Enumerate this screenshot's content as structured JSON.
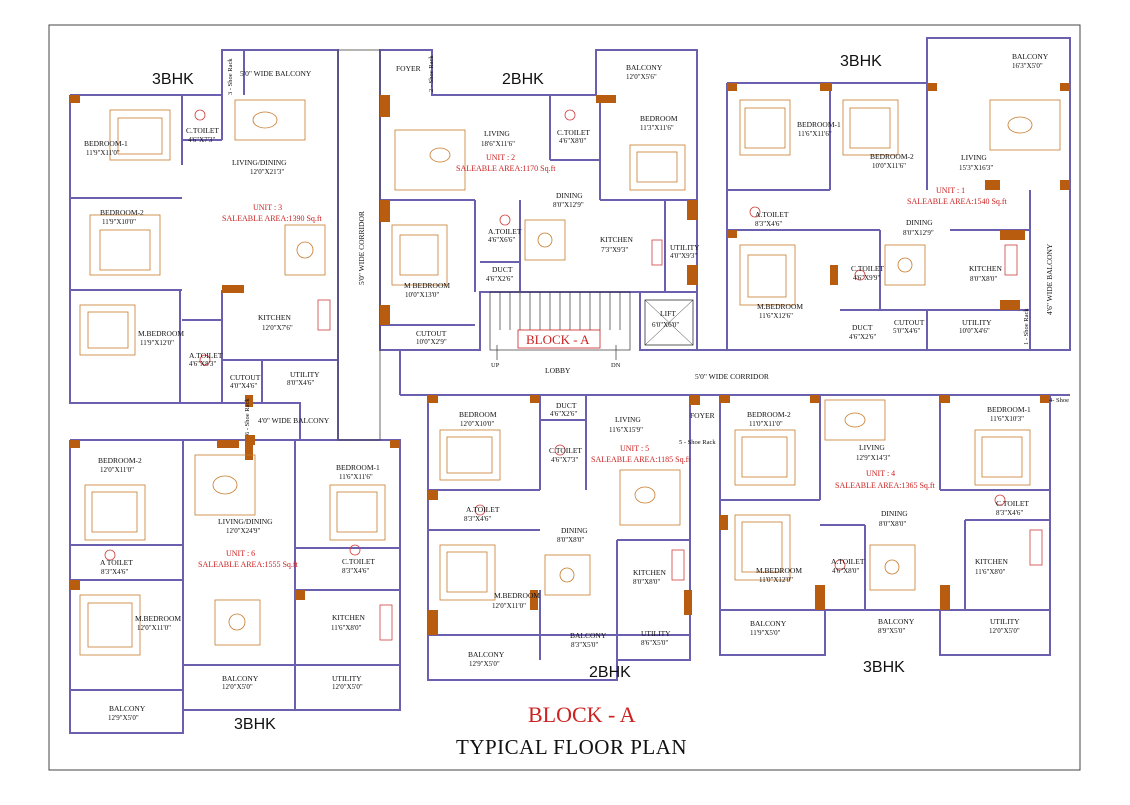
{
  "colors": {
    "wall": "#6b5fb0",
    "wall_inner": "#8a80c8",
    "furniture": "#c87a2a",
    "column": "#b85c10",
    "unit_text": "#cc2222",
    "sanitary": "#d04040"
  },
  "headings": {
    "bhk_3_top_left": "3BHK",
    "bhk_2_top_mid": "2BHK",
    "bhk_3_top_right": "3BHK",
    "bhk_3_bottom_left": "3BHK",
    "bhk_2_bottom_mid": "2BHK",
    "bhk_3_bottom_right": "3BHK"
  },
  "titles": {
    "block": "BLOCK - A",
    "plan": "TYPICAL FLOOR PLAN",
    "block_badge": "BLOCK - A"
  },
  "core": {
    "corridor_vertical": "5'0\" WIDE CORRIDOR",
    "corridor_horizontal": "5'0\" WIDE CORRIDOR",
    "lobby": "LOBBY",
    "up": "UP",
    "dn": "DN",
    "lift": "LIFT",
    "lift_dim": "6'0\"X6'0\"",
    "foyer_top": "FOYER",
    "foyer_bottom": "FOYER",
    "balcony_top": "5'0\" WIDE BALCONY",
    "balcony_mid": "4'0\" WIDE BALCONY",
    "balcony_right": "4'6\" WIDE BALCONY",
    "shoe_rack_3": "3 - Shoe Rack",
    "shoe_rack_2": "2 - Shoe Rack",
    "shoe_rack_6": "6 - Shoe Rack",
    "shoe_rack_5": "5 - Shoe Rack",
    "shoe_rack_1": "1 - Shoe Rack",
    "shoe_rack_4": "4- Shoe"
  },
  "unit3": {
    "unit": "UNIT : 3",
    "area": "SALEABLE AREA:1390 Sq.ft",
    "rooms": [
      {
        "name": "BEDROOM-1",
        "dim": "11'9\"X11'0\""
      },
      {
        "name": "C.TOILET",
        "dim": "4'6\"X7'3\""
      },
      {
        "name": "LIVING/DINING",
        "dim": "12'0\"X21'3\""
      },
      {
        "name": "BEDROOM-2",
        "dim": "11'9\"X10'0\""
      },
      {
        "name": "KITCHEN",
        "dim": "12'0\"X7'6\""
      },
      {
        "name": "M.BEDROOM",
        "dim": "11'9\"X12'0\""
      },
      {
        "name": "A.TOILET",
        "dim": "4'6\"X8'3\""
      },
      {
        "name": "CUTOUT",
        "dim": "4'0\"X4'6\""
      },
      {
        "name": "UTILITY",
        "dim": "8'0\"X4'6\""
      }
    ]
  },
  "unit2": {
    "unit": "UNIT : 2",
    "area": "SALEABLE AREA:1170 Sq.ft",
    "rooms": [
      {
        "name": "BALCONY",
        "dim": "12'0\"X5'6\""
      },
      {
        "name": "LIVING",
        "dim": "18'6\"X11'6\""
      },
      {
        "name": "C.TOILET",
        "dim": "4'6\"X8'0\""
      },
      {
        "name": "BEDROOM",
        "dim": "11'3\"X11'6\""
      },
      {
        "name": "DINING",
        "dim": "8'0\"X12'9\""
      },
      {
        "name": "A.TOILET",
        "dim": "4'6\"X6'6\""
      },
      {
        "name": "KITCHEN",
        "dim": "7'3\"X9'3\""
      },
      {
        "name": "UTILITY",
        "dim": "4'0\"X9'3\""
      },
      {
        "name": "DUCT",
        "dim": "4'6\"X2'6\""
      },
      {
        "name": "M BEDROOM",
        "dim": "10'0\"X13'0\""
      },
      {
        "name": "CUTOUT",
        "dim": "10'0\"X2'9\""
      }
    ]
  },
  "unit1": {
    "unit": "UNIT : 1",
    "area": "SALEABLE AREA:1540 Sq.ft",
    "rooms": [
      {
        "name": "BALCONY",
        "dim": "16'3\"X5'0\""
      },
      {
        "name": "BEDROOM-1",
        "dim": "11'6\"X11'6\""
      },
      {
        "name": "BEDROOM-2",
        "dim": "10'0\"X11'6\""
      },
      {
        "name": "LIVING",
        "dim": "15'3\"X16'3\""
      },
      {
        "name": "A.TOILET",
        "dim": "8'3\"X4'6\""
      },
      {
        "name": "DINING",
        "dim": "8'0\"X12'9\""
      },
      {
        "name": "C.TOILET",
        "dim": "4'6\"X9'9\""
      },
      {
        "name": "KITCHEN",
        "dim": "8'0\"X8'0\""
      },
      {
        "name": "M.BEDROOM",
        "dim": "11'6\"X12'6\""
      },
      {
        "name": "DUCT",
        "dim": "4'6\"X2'6\""
      },
      {
        "name": "CUTOUT",
        "dim": "5'0\"X4'6\""
      },
      {
        "name": "UTILITY",
        "dim": "10'0\"X4'6\""
      }
    ]
  },
  "unit6": {
    "unit": "UNIT : 6",
    "area": "SALEABLE AREA:1555 Sq.ft",
    "rooms": [
      {
        "name": "BEDROOM-2",
        "dim": "12'0\"X11'0\""
      },
      {
        "name": "LIVING/DINING",
        "dim": "12'0\"X24'9\""
      },
      {
        "name": "BEDROOM-1",
        "dim": "11'6\"X11'6\""
      },
      {
        "name": "A TOILET",
        "dim": "8'3\"X4'6\""
      },
      {
        "name": "C.TOILET",
        "dim": "8'3\"X4'6\""
      },
      {
        "name": "M.BEDROOM",
        "dim": "12'0\"X11'0\""
      },
      {
        "name": "KITCHEN",
        "dim": "11'6\"X8'0\""
      },
      {
        "name": "BALCONY",
        "dim": "12'0\"X5'0\""
      },
      {
        "name": "UTILITY",
        "dim": "12'0\"X5'0\""
      },
      {
        "name": "BALCONY",
        "dim": "12'9\"X5'0\""
      }
    ]
  },
  "unit5": {
    "unit": "UNIT : 5",
    "area": "SALEABLE AREA:1185 Sq.ft",
    "rooms": [
      {
        "name": "BEDROOM",
        "dim": "12'0\"X10'0\""
      },
      {
        "name": "DUCT",
        "dim": "4'6\"X2'6\""
      },
      {
        "name": "LIVING",
        "dim": "11'6\"X15'9\""
      },
      {
        "name": "C.TOILET",
        "dim": "4'6\"X7'3\""
      },
      {
        "name": "A.TOILET",
        "dim": "8'3\"X4'6\""
      },
      {
        "name": "DINING",
        "dim": "8'0\"X8'0\""
      },
      {
        "name": "KITCHEN",
        "dim": "8'0\"X8'0\""
      },
      {
        "name": "M.BEDROOM",
        "dim": "12'0\"X11'0\""
      },
      {
        "name": "BALCONY",
        "dim": "8'3\"X5'0\""
      },
      {
        "name": "UTILITY",
        "dim": "8'6\"X5'0\""
      },
      {
        "name": "BALCONY",
        "dim": "12'9\"X5'0\""
      }
    ]
  },
  "unit4": {
    "unit": "UNIT : 4",
    "area": "SALEABLE AREA:1365 Sq.ft",
    "rooms": [
      {
        "name": "BEDROOM-2",
        "dim": "11'0\"X11'0\""
      },
      {
        "name": "LIVING",
        "dim": "12'9\"X14'3\""
      },
      {
        "name": "BEDROOM-1",
        "dim": "11'6\"X10'3\""
      },
      {
        "name": "C.TOILET",
        "dim": "8'3\"X4'6\""
      },
      {
        "name": "DINING",
        "dim": "8'0\"X8'0\""
      },
      {
        "name": "M.BEDROOM",
        "dim": "11'0\"X12'0\""
      },
      {
        "name": "A.TOILET",
        "dim": "4'6\"X8'0\""
      },
      {
        "name": "KITCHEN",
        "dim": "11'6\"X8'0\""
      },
      {
        "name": "BALCONY",
        "dim": "11'9\"X5'0\""
      },
      {
        "name": "BALCONY",
        "dim": "8'9\"X5'0\""
      },
      {
        "name": "UTILITY",
        "dim": "12'0\"X5'0\""
      }
    ]
  }
}
